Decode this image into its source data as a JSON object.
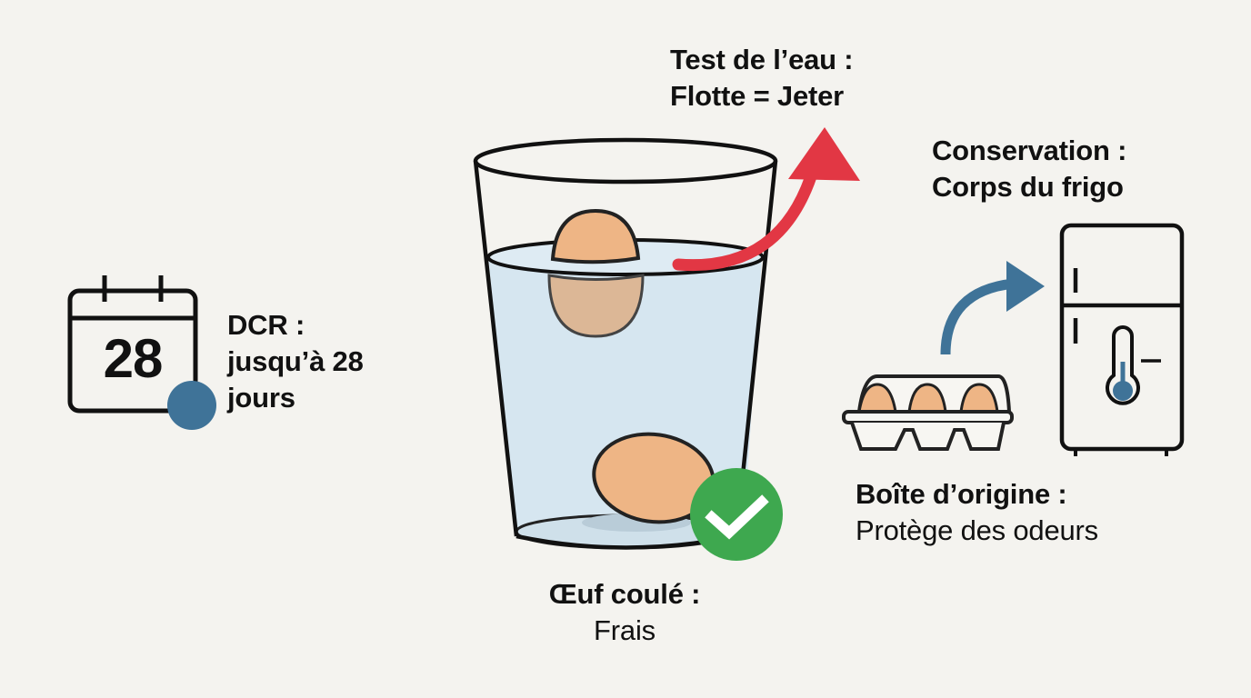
{
  "colors": {
    "background": "#f4f3ef",
    "ink": "#111111",
    "water": "#d6e6f0",
    "egg": "#eeb585",
    "egg_floating": "#dcb796",
    "float_arrow": "#e23744",
    "store_arrow": "#3f7398",
    "check_badge": "#3ea84f",
    "calendar_dot": "#3f7398"
  },
  "calendar": {
    "icon": "calendar-icon",
    "day": "28",
    "label_title": "DCR :",
    "label_line1": "jusqu’à 28",
    "label_line2": "jours"
  },
  "water_test": {
    "title": "Test de l’eau :",
    "subtitle": "Flotte = Jeter",
    "icon": "glass-of-water-icon",
    "arrow": "arrow-up-red-icon"
  },
  "sunk_egg": {
    "title": "Œuf coulé :",
    "subtitle": "Frais",
    "badge_icon": "checkmark-icon"
  },
  "storage": {
    "title": "Conservation :",
    "subtitle": "Corps du frigo",
    "fridge_icon": "fridge-icon",
    "thermometer_icon": "thermometer-icon",
    "arrow": "arrow-curved-blue-icon"
  },
  "carton": {
    "title": "Boîte d’origine :",
    "subtitle": "Protège des odeurs",
    "icon": "egg-carton-icon",
    "egg_count": 3
  }
}
